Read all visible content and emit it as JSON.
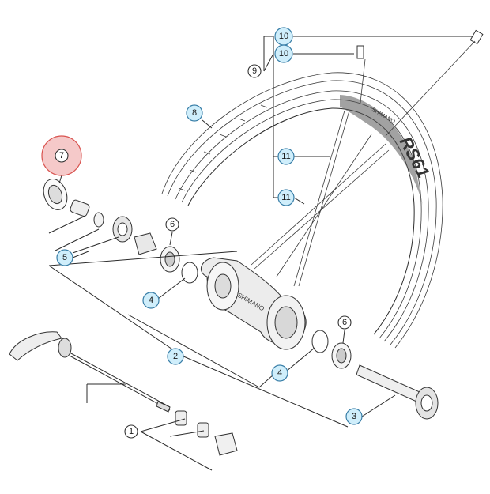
{
  "colors": {
    "highlight_fill": "#f5c9c9",
    "highlight_stroke": "#d9534f",
    "callout_blue_fill": "#cfeefb",
    "callout_blue_stroke": "#3a7fa8",
    "line": "#2b2b2b"
  },
  "rim": {
    "decal_text": "RS61",
    "brand_text": "SHIMANO"
  },
  "hub": {
    "brand_text": "SHIMANO"
  },
  "callouts": {
    "c1": "1",
    "c2": "2",
    "c3": "3",
    "c4a": "4",
    "c4b": "4",
    "c5": "5",
    "c6a": "6",
    "c6b": "6",
    "c7": "7",
    "c8": "8",
    "c9": "9",
    "c10a": "10",
    "c10b": "10",
    "c11a": "11",
    "c11b": "11"
  },
  "highlighted_part": "7"
}
